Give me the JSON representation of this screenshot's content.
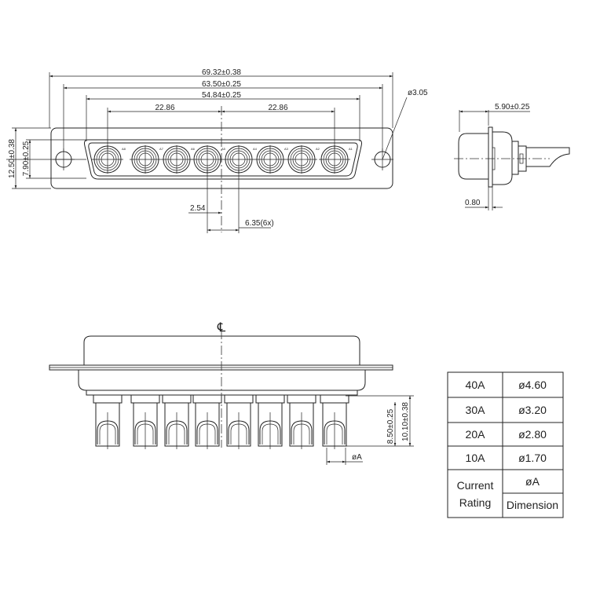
{
  "front_view": {
    "overall_width": "69.32±0.38",
    "hole_spacing": "63.50±0.25",
    "shell_width": "54.84±0.25",
    "half_span_left": "22.86",
    "half_span_right": "22.86",
    "hole_diameter": "ø3.05",
    "offset": "2.54",
    "pitch": "6.35(6x)",
    "flange_height": "12.50±0.38",
    "shell_height": "7.90±0.25",
    "pin_labels": [
      "A8",
      "A7",
      "A6",
      "A5",
      "A4",
      "A3",
      "A2",
      "A1"
    ]
  },
  "side_view": {
    "depth": "5.90±0.25",
    "flange_thickness": "0.80"
  },
  "bottom_view": {
    "centerline_symbol": "℄",
    "pin_length": "8.50±0.25",
    "total_length": "10.10±0.38",
    "pin_diameter": "øA"
  },
  "table": {
    "rows": [
      {
        "current": "40A",
        "dimension": "ø4.60"
      },
      {
        "current": "30A",
        "dimension": "ø3.20"
      },
      {
        "current": "20A",
        "dimension": "ø2.80"
      },
      {
        "current": "10A",
        "dimension": "ø1.70"
      }
    ],
    "header_current_line1": "Current",
    "header_current_line2": "Rating",
    "header_symbol": "øA",
    "header_dimension": "Dimension"
  }
}
